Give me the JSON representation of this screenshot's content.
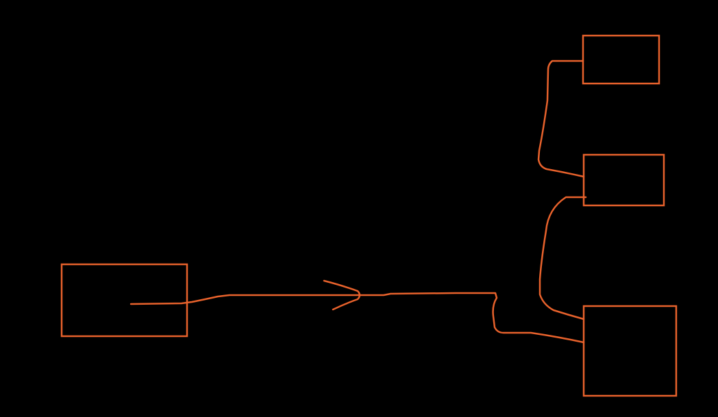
{
  "diagram": {
    "background_color": "#000000",
    "stroke_color": "#e8622c",
    "nodes": [
      {
        "id": "source-box",
        "shape": "rectangle"
      },
      {
        "id": "top-right-box",
        "shape": "rectangle"
      },
      {
        "id": "middle-right-box",
        "shape": "rectangle"
      },
      {
        "id": "bottom-right-box",
        "shape": "rectangle"
      }
    ],
    "connectors": [
      {
        "from": "source-box",
        "to": "bottom-right-box",
        "arrowhead": "open-arrow-midline"
      },
      {
        "from": "top-right-box",
        "to": "middle-right-box",
        "arrowhead": "none"
      },
      {
        "from": "middle-right-box",
        "to": "bottom-right-box",
        "arrowhead": "none"
      }
    ]
  }
}
